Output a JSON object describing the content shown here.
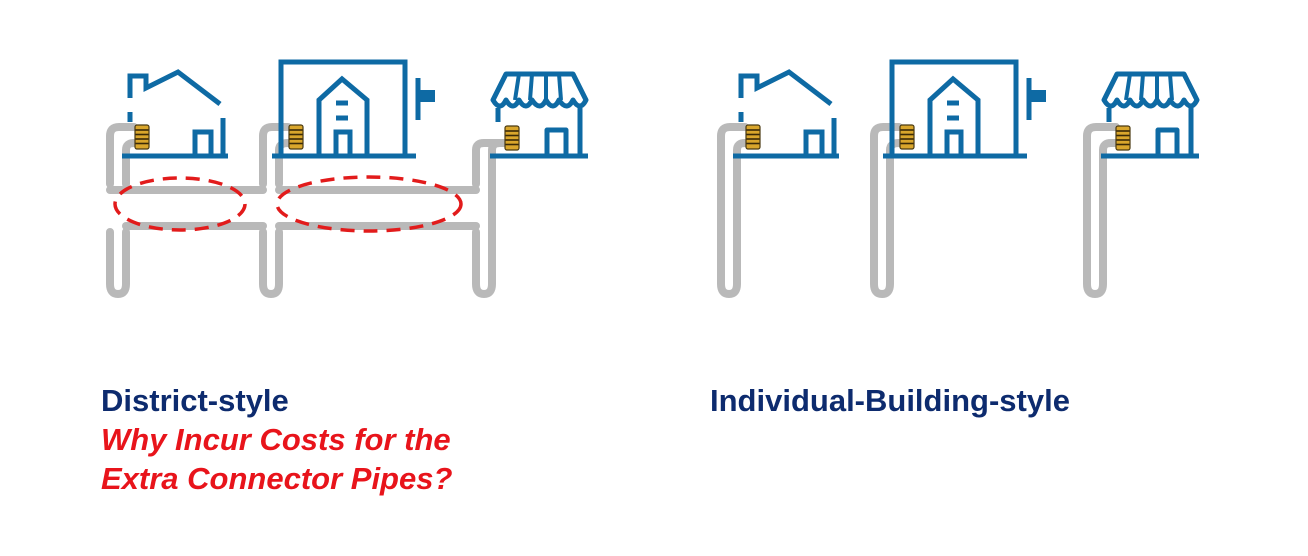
{
  "district": {
    "title": "District-style",
    "question_line1": "Why Incur Costs for the",
    "question_line2": "Extra Connector Pipes?"
  },
  "individual": {
    "title": "Individual-Building-style"
  },
  "icons": {
    "house": "house-icon",
    "office": "office-building-icon",
    "shop": "storefront-icon",
    "heat_pump": "heat-pump-coil-icon"
  },
  "colors": {
    "building_blue": "#0e6aa4",
    "title_navy": "#0d2b6e",
    "question_red": "#e8141b",
    "pipe_gray": "#b9b9b9",
    "coil_gold": "#d9a62c",
    "highlight_red": "#e21b1b"
  }
}
